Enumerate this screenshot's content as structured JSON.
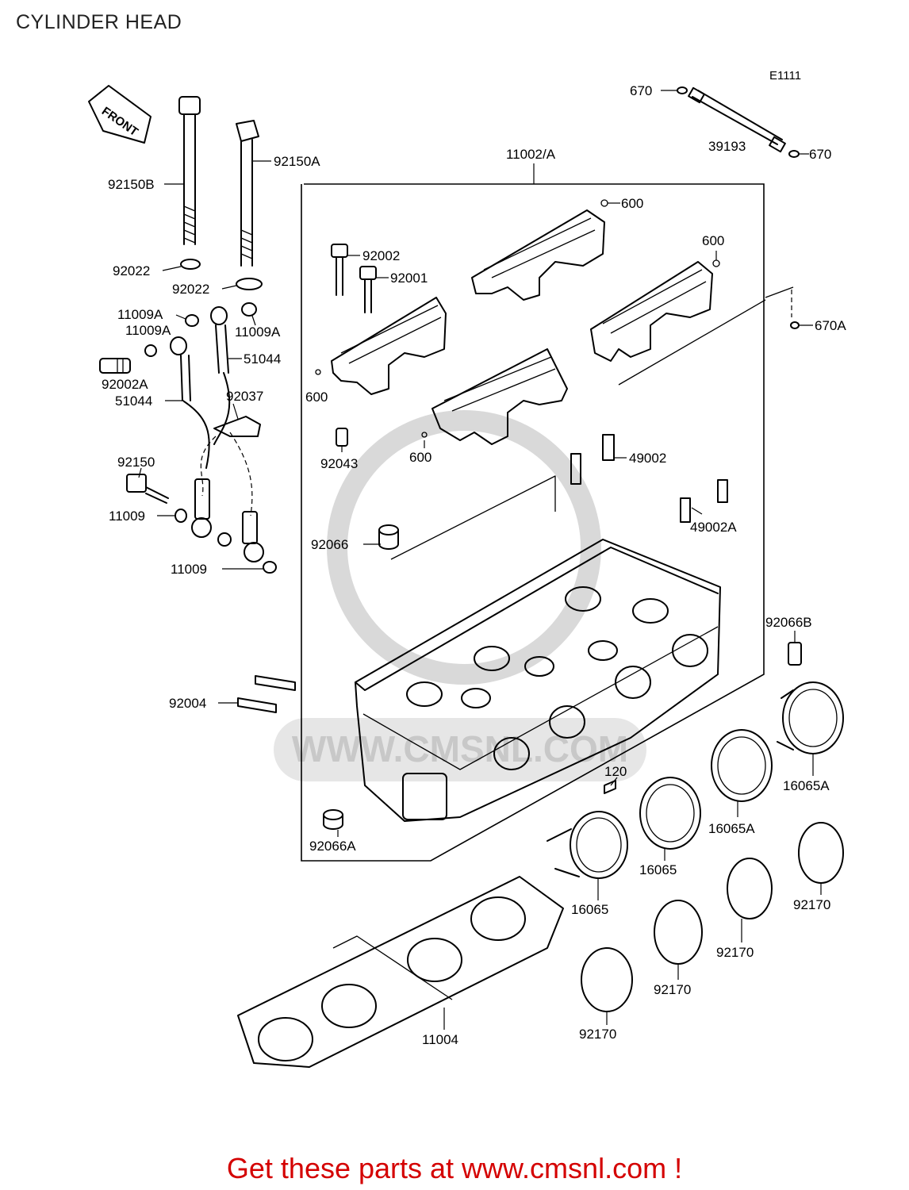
{
  "title": "CYLINDER HEAD",
  "diagram_code": "E1111",
  "front_marker": "FRONT",
  "watermark_text": "WWW.CMSNL.COM",
  "call_to_action": "Get these parts at www.cmsnl.com !",
  "colors": {
    "call_to_action": "#d40000",
    "lines": "#000000",
    "watermark": "#cfcfcf"
  },
  "labels": {
    "l_670_top": "670",
    "l_39193": "39193",
    "l_670_right": "670",
    "l_11002a": "11002/A",
    "l_600_a": "600",
    "l_600_b": "600",
    "l_670a": "670A",
    "l_92150b": "92150B",
    "l_92150a": "92150A",
    "l_92002": "92002",
    "l_92001": "92001",
    "l_92022_a": "92022",
    "l_92022_b": "92022",
    "l_11009a_1": "11009A",
    "l_11009a_2": "11009A",
    "l_11009a_3": "11009A",
    "l_51044_a": "51044",
    "l_92002a": "92002A",
    "l_51044_b": "51044",
    "l_92037": "92037",
    "l_600_c": "600",
    "l_92043": "92043",
    "l_600_d": "600",
    "l_49002": "49002",
    "l_92150": "92150",
    "l_11009_a": "11009",
    "l_49002a": "49002A",
    "l_92066": "92066",
    "l_11009_b": "11009",
    "l_92066b": "92066B",
    "l_92004": "92004",
    "l_120": "120",
    "l_16065a_a": "16065A",
    "l_16065a_b": "16065A",
    "l_92066a": "92066A",
    "l_16065_a": "16065",
    "l_16065_b": "16065",
    "l_92170_a": "92170",
    "l_92170_b": "92170",
    "l_92170_c": "92170",
    "l_92170_d": "92170",
    "l_11004": "11004"
  }
}
